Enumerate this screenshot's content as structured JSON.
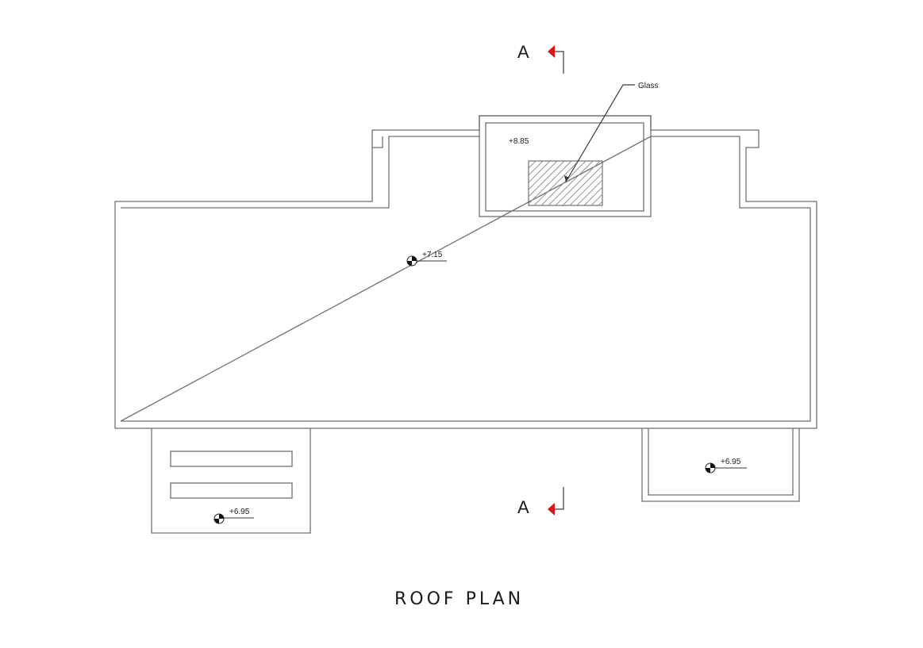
{
  "title": "ROOF PLAN",
  "section_marker": {
    "letter": "A"
  },
  "annotations": {
    "glass_label": "Glass",
    "lantern_level": "+8.85",
    "roof_level": "+7.15",
    "left_annex_level": "+6.95",
    "right_annex_level": "+6.95"
  },
  "colors": {
    "section_arrow": "#d11a1a",
    "lines": "#6f6f6f"
  }
}
